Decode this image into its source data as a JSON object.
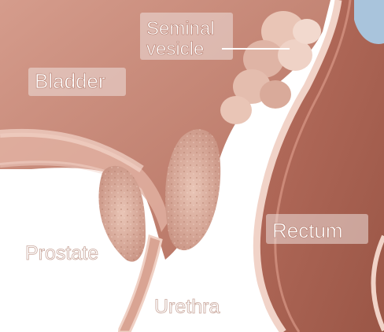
{
  "labels": {
    "seminal_vesicle_line1": "Seminal",
    "seminal_vesicle_line2": "vesicle",
    "bladder": "Bladder",
    "prostate": "Prostate",
    "rectum": "Rectum",
    "urethra": "Urethra"
  },
  "colors": {
    "tissue": "#c98a7c",
    "tissue_dark": "#a8614f",
    "tissue_light": "#e8c0b4",
    "label_box": "#efe0dc",
    "label_text": "#ffffff",
    "background": "#ffffff",
    "blue_accent": "#a9c4dc"
  }
}
